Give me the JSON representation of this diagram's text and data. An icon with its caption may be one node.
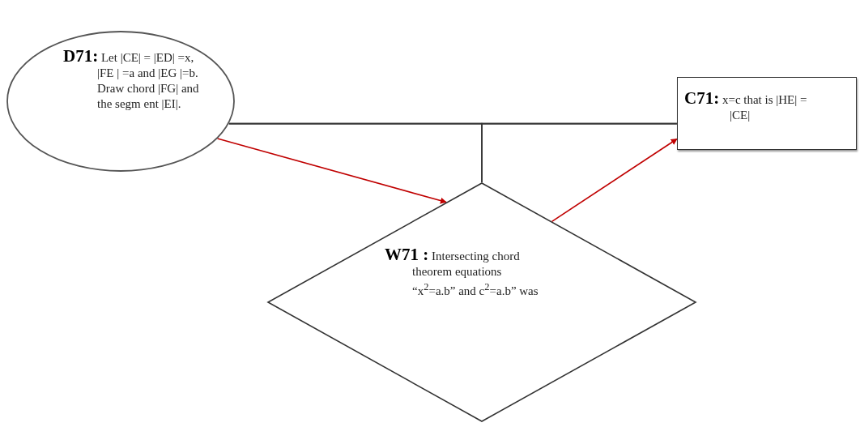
{
  "diagram": {
    "nodes": [
      {
        "text": [
          "**D71:** Let |CE| = |ED| =x, |FE | =a and |EG |=b. Draw chord |FG| and the segm ent |EI|."
        ]
      },
      {
        "text": [
          "**C71:** x=c that is |HE| = |CE|"
        ]
      },
      {
        "text": [
          "**W71 :** Intersecting chord theorem equations “x$^{2}$=a.b” and c$^{2}$=a.b” was"
        ]
      }
    ],
    "edges": [
      {
        "from": 0,
        "to": 1,
        "arrow": "none"
      },
      {
        "from": 0,
        "to": 2,
        "arrow": "none"
      },
      {
        "from": 1,
        "to": 2,
        "arrow": "none"
      },
      {
        "from": 0,
        "to": 2,
        "arrow": "to",
        "color": "#c00000"
      },
      {
        "from": 2,
        "to": 1,
        "arrow": "to",
        "color": "#c00000"
      }
    ]
  }
}
